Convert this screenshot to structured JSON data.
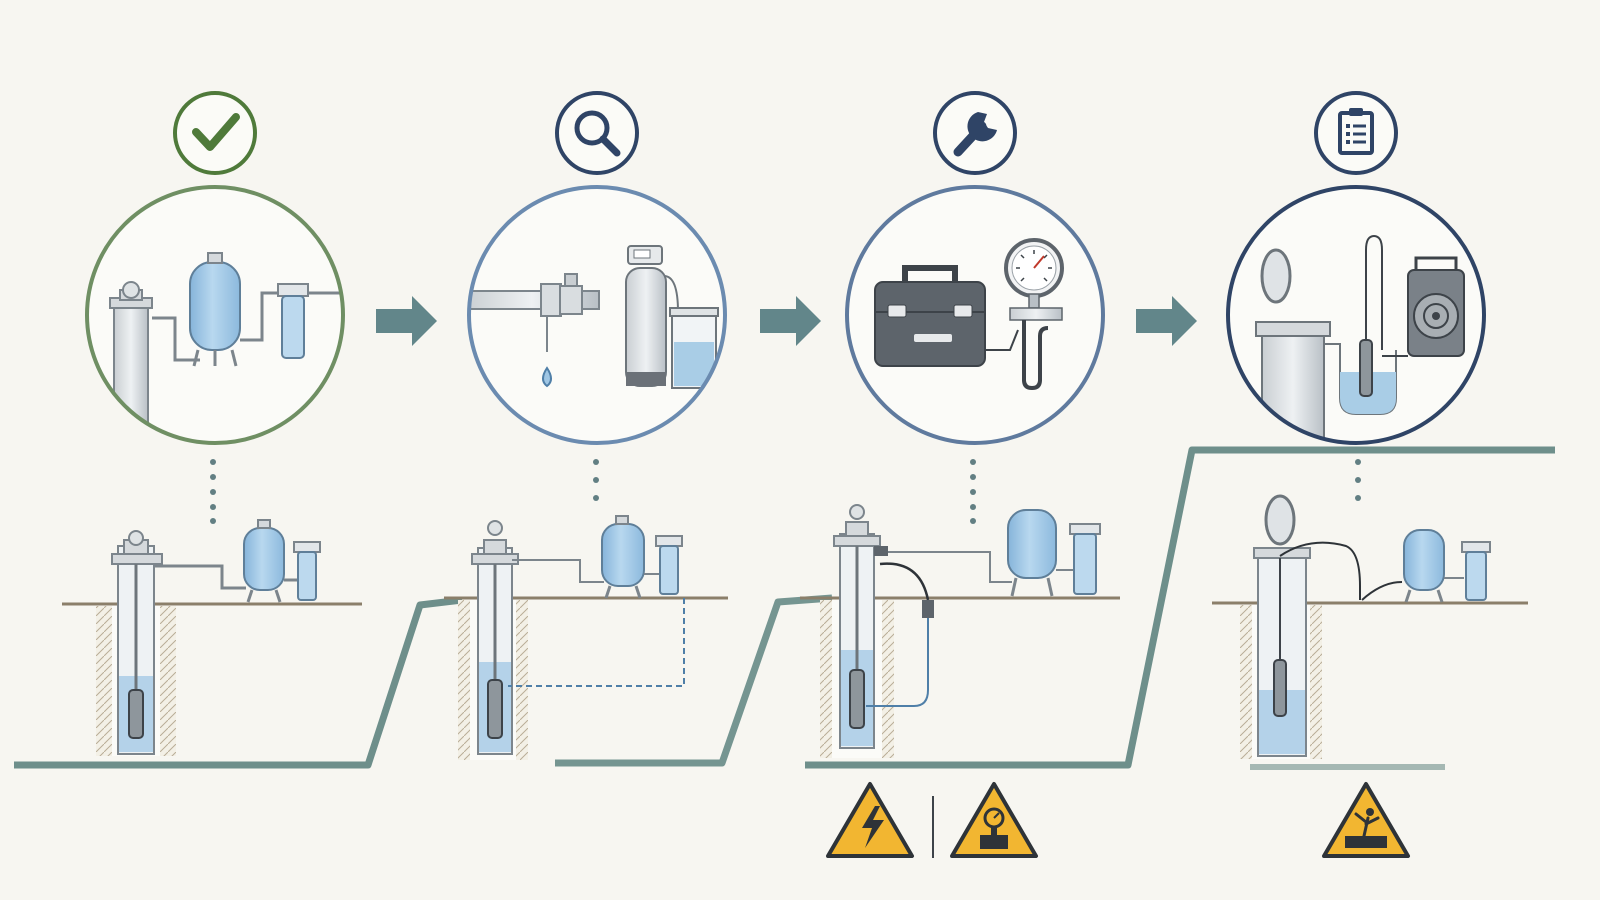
{
  "diagram": {
    "steps": [
      {
        "id": "step-1",
        "icon": "checkmark-icon",
        "scene": "pump-system-overview",
        "stroke": "#5c7f4e"
      },
      {
        "id": "step-2",
        "icon": "magnifier-icon",
        "scene": "leak-and-water-test",
        "stroke": "#6b8bb0"
      },
      {
        "id": "step-3",
        "icon": "wrench-icon",
        "scene": "toolbox-and-pressure-gauge",
        "stroke": "#5f7a9e"
      },
      {
        "id": "step-4",
        "icon": "clipboard-icon",
        "scene": "open-well-cap-and-pump-removal",
        "stroke": "#3f5678"
      }
    ],
    "connector_icon": "right-arrow-icon",
    "warnings": [
      "electrical-hazard-icon",
      "pressure-hazard-icon",
      "fall-hazard-icon"
    ],
    "colors": {
      "background": "#f7f6f1",
      "timeline": "#6e8f8b",
      "water": "#a9cde6",
      "tank": "#9fc6e4",
      "warning": "#f2b631",
      "green": "#4f7a3a",
      "navy": "#2f4466"
    }
  }
}
